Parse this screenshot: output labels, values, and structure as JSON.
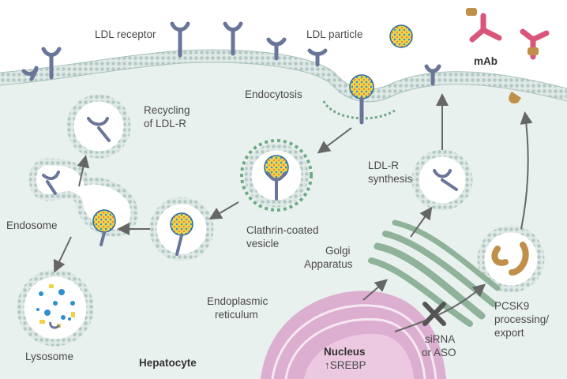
{
  "labels": {
    "ldl_receptor": "LDL receptor",
    "ldl_particle": "LDL particle",
    "mab": "mAb",
    "endocytosis": "Endocytosis",
    "recycling_line1": "Recycling",
    "recycling_line2": "of LDL-R",
    "endosome": "Endosome",
    "lysosome": "Lysosome",
    "hepatocyte": "Hepatocyte",
    "clathrin_line1": "Clathrin-coated",
    "clathrin_line2": "vesicle",
    "ldlr_synth_line1": "LDL-R",
    "ldlr_synth_line2": "synthesis",
    "golgi_line1": "Golgi",
    "golgi_line2": "Apparatus",
    "er_line1": "Endoplasmic",
    "er_line2": "reticulum",
    "nucleus": "Nucleus",
    "srebp": "↑SREBP",
    "sirna_line1": "siRNA",
    "sirna_line2": "or ASO",
    "pcsk9_line1": "PCSK9",
    "pcsk9_line2": "processing/",
    "pcsk9_line3": "export"
  },
  "colors": {
    "membrane": "#b9cfcc",
    "cytoplasm": "#e9f1ee",
    "receptor": "#6a7699",
    "clathrin": "#6eaa88",
    "golgi": "#8fb29a",
    "nucleus": "#dcaed0",
    "pcsk9": "#c08f4a",
    "antibody": "#d9557a",
    "ldl_core": "#f0d247",
    "ldl_dots": "#2f8fd0",
    "arrow": "#666666"
  }
}
